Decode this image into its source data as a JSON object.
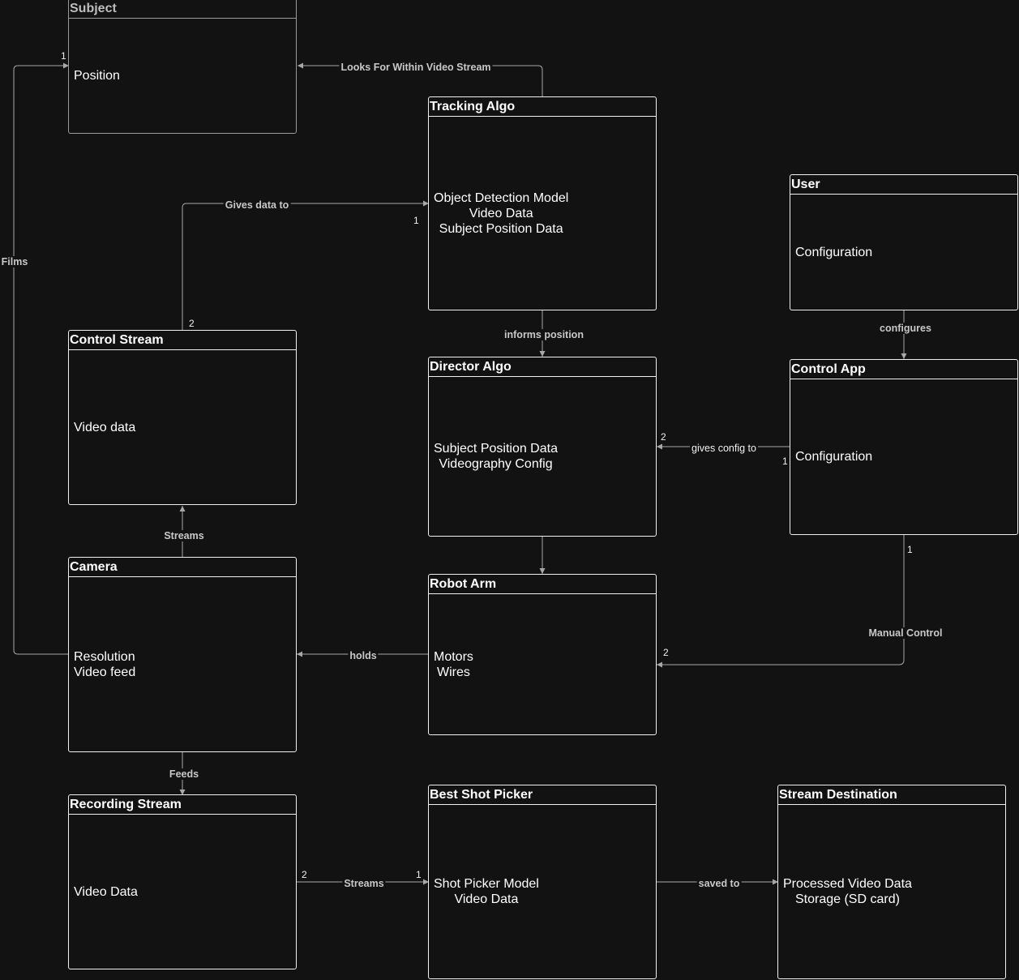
{
  "entities": {
    "subject": {
      "title": "Subject",
      "lines": [
        "Position"
      ]
    },
    "tracking_algo": {
      "title": "Tracking Algo",
      "lines": [
        "Object Detection Model",
        "Video Data",
        "Subject Position Data"
      ]
    },
    "user": {
      "title": "User",
      "lines": [
        "Configuration"
      ]
    },
    "control_stream": {
      "title": "Control Stream",
      "lines": [
        "Video data"
      ]
    },
    "director_algo": {
      "title": "Director Algo",
      "lines": [
        "Subject Position Data",
        "Videography Config"
      ]
    },
    "control_app": {
      "title": "Control App",
      "lines": [
        "Configuration"
      ]
    },
    "camera": {
      "title": "Camera",
      "lines": [
        "Resolution",
        "Video feed"
      ]
    },
    "robot_arm": {
      "title": "Robot Arm",
      "lines": [
        "Motors",
        "Wires"
      ]
    },
    "recording_stream": {
      "title": "Recording Stream",
      "lines": [
        "Video Data"
      ]
    },
    "best_shot_picker": {
      "title": "Best Shot Picker",
      "lines": [
        "Shot Picker Model",
        "Video Data"
      ]
    },
    "stream_destination": {
      "title": "Stream Destination",
      "lines": [
        "Processed Video Data",
        "Storage (SD card)"
      ]
    }
  },
  "edges": {
    "looks_for": {
      "label": "Looks For Within Video Stream"
    },
    "films": {
      "label": "Films",
      "mult_target": "1"
    },
    "gives_data_to": {
      "label": "Gives data to",
      "mult_source": "2",
      "mult_target": "1"
    },
    "informs_position": {
      "label": "informs position"
    },
    "configures": {
      "label": "configures"
    },
    "gives_config_to": {
      "label": "gives config to",
      "mult_source": "1",
      "mult_target": "2"
    },
    "streams_up": {
      "label": "Streams"
    },
    "holds": {
      "label": "holds"
    },
    "manual_control": {
      "label": "Manual Control",
      "mult_source": "1",
      "mult_target": "2"
    },
    "feeds": {
      "label": "Feeds"
    },
    "streams_right": {
      "label": "Streams",
      "mult_source": "2",
      "mult_target": "1"
    },
    "saved_to": {
      "label": "saved to"
    }
  },
  "colors": {
    "background": "#121212",
    "stroke": "#f0f0f0",
    "connector": "#a8a8a8",
    "label": "#c8c8c8",
    "dim_stroke": "#9a9a9a"
  }
}
